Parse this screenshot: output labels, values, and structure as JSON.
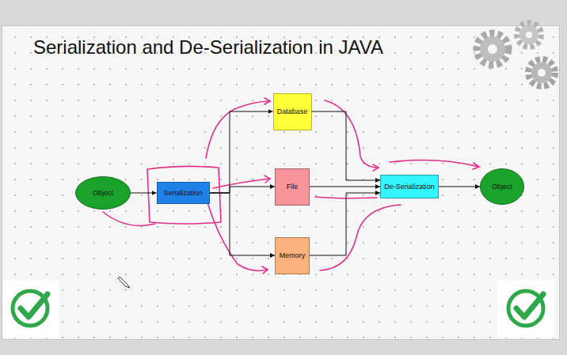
{
  "diagram": {
    "title": "Serialization and De-Serialization in JAVA",
    "nodes": [
      {
        "text": [
          "Object"
        ]
      },
      {
        "text": [
          "Serialization"
        ]
      },
      {
        "text": [
          "Database"
        ]
      },
      {
        "text": [
          "File"
        ]
      },
      {
        "text": [
          "Memory"
        ]
      },
      {
        "text": [
          "De-Serialization"
        ]
      },
      {
        "text": [
          "Object"
        ]
      }
    ],
    "edges": [
      {
        "from": 0,
        "to": 1,
        "arrow": "to"
      },
      {
        "from": 1,
        "to": 2,
        "arrow": "to"
      },
      {
        "from": 1,
        "to": 3,
        "arrow": "to"
      },
      {
        "from": 1,
        "to": 4,
        "arrow": "to"
      },
      {
        "from": 2,
        "to": 5,
        "arrow": "to"
      },
      {
        "from": 3,
        "to": 5,
        "arrow": "to"
      },
      {
        "from": 4,
        "to": 5,
        "arrow": "to"
      },
      {
        "from": 5,
        "to": 6,
        "arrow": "to"
      }
    ]
  }
}
